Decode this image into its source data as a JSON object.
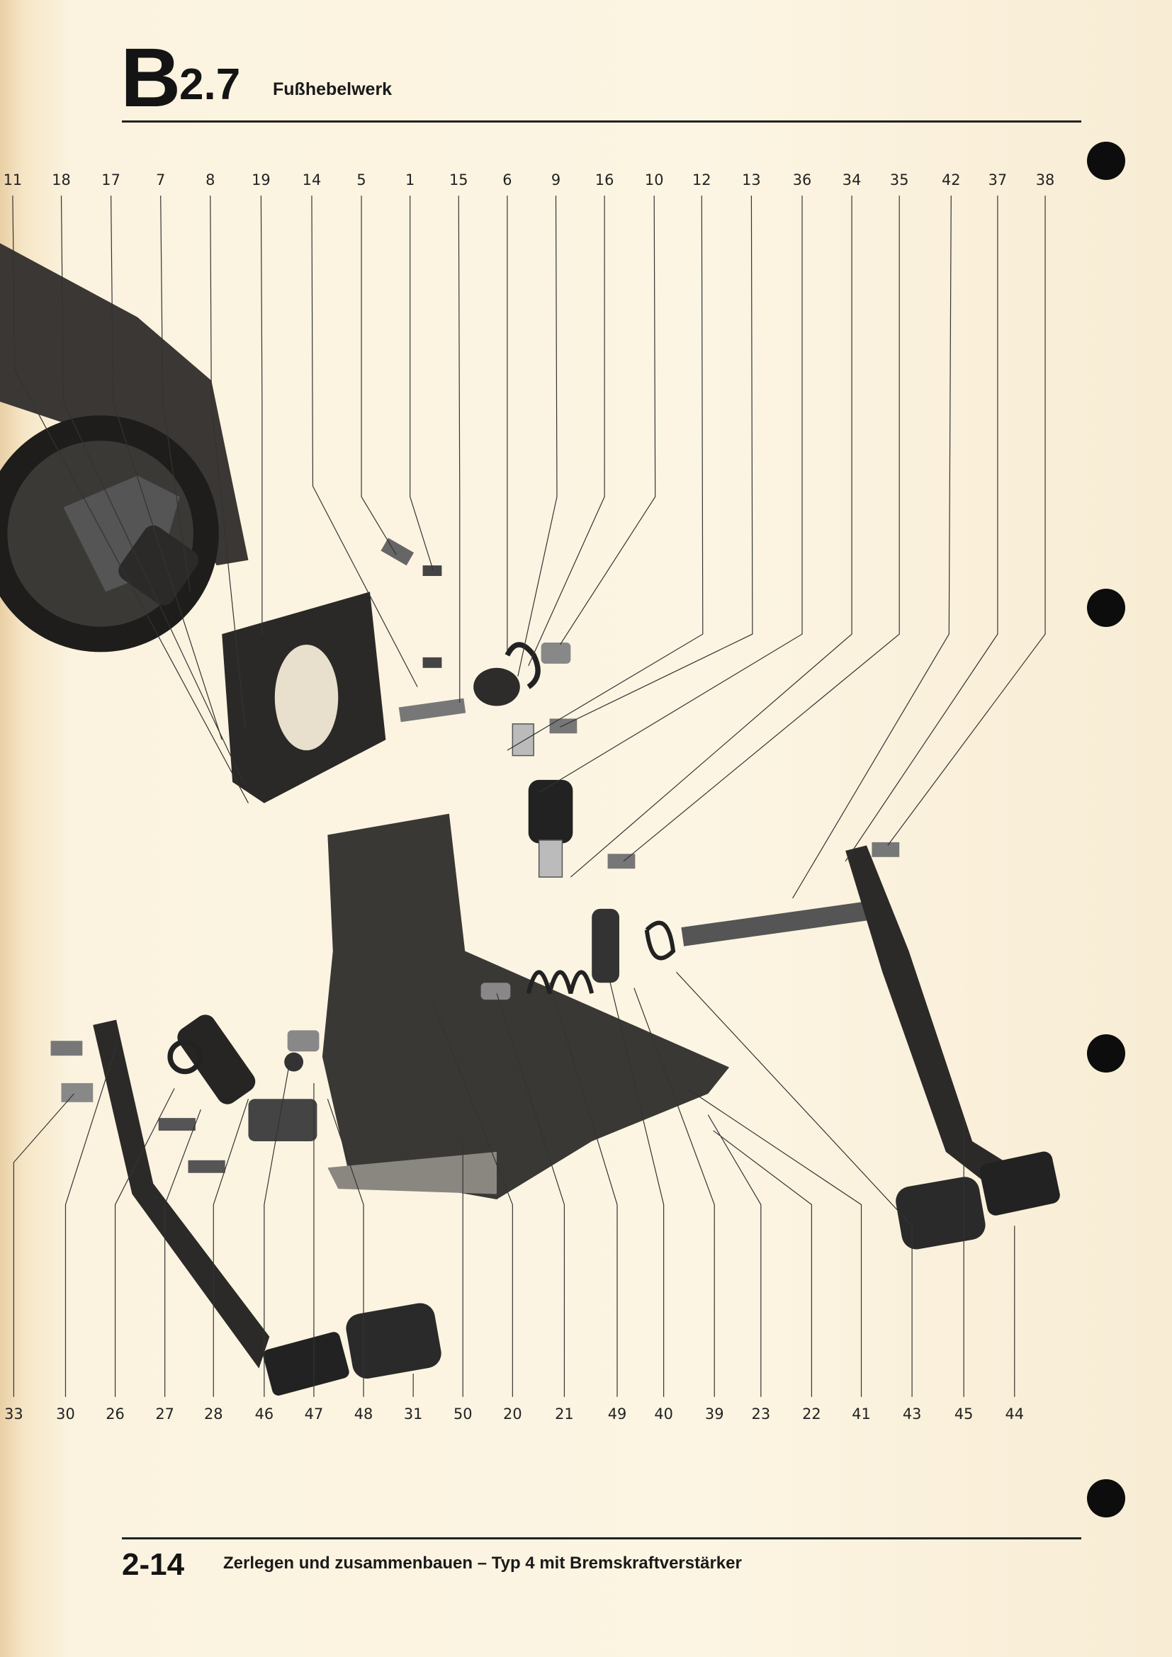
{
  "header": {
    "letter": "B",
    "section": "2.7",
    "title": "Fußhebelwerk"
  },
  "callouts": {
    "top": [
      "11",
      "18",
      "17",
      "7",
      "8",
      "19",
      "14",
      "5",
      "1",
      "15",
      "6",
      "9",
      "16",
      "10",
      "12",
      "13",
      "36",
      "34",
      "35",
      "42",
      "37",
      "38"
    ],
    "bottom": [
      "33",
      "30",
      "26",
      "27",
      "28",
      "46",
      "47",
      "48",
      "31",
      "50",
      "20",
      "21",
      "49",
      "40",
      "39",
      "23",
      "22",
      "41",
      "43",
      "45",
      "44"
    ]
  },
  "footer": {
    "page": "2-14",
    "title": "Zerlegen und zusammenbauen – Typ 4 mit Bremskraftverstärker"
  }
}
